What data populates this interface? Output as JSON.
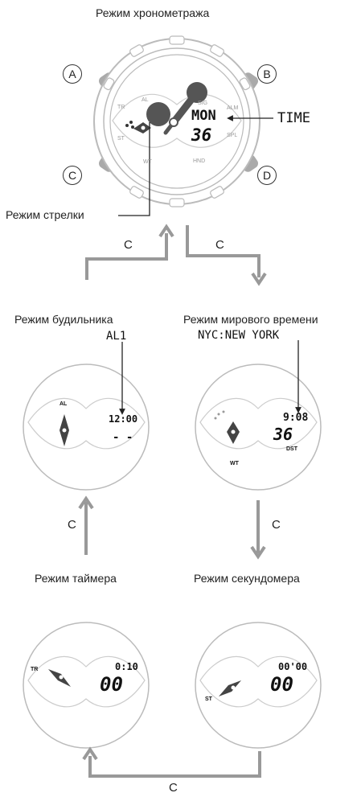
{
  "top": {
    "title": "Режим хронометража",
    "buttons": [
      "A",
      "B",
      "C",
      "D"
    ],
    "day": "MON",
    "seconds": "36",
    "time_callout": "TIME",
    "hand_mode_callout": "Режим стрелки",
    "bezel_marks": [
      "AL",
      "SIG",
      "ALM",
      "SPL",
      "HND",
      "WT",
      "ST",
      "TR"
    ]
  },
  "alarm": {
    "title": "Режим будильника",
    "callout": "AL1",
    "time": "12:00",
    "lower": "- -",
    "indicator": "AL"
  },
  "world": {
    "title": "Режим мирового времени",
    "callout": "NYC:NEW YORK",
    "time": "9:08",
    "seconds": "36",
    "dst": "DST",
    "indicator": "WT"
  },
  "timer": {
    "title": "Режим таймера",
    "value": "0:10",
    "big": "00",
    "indicator": "TR"
  },
  "stopwatch": {
    "title": "Режим секундомера",
    "value": "00'00",
    "big": "00",
    "indicator": "ST"
  },
  "arrows": {
    "c1": "C",
    "c2": "C",
    "c3": "C",
    "c4": "C",
    "c5": "C"
  }
}
